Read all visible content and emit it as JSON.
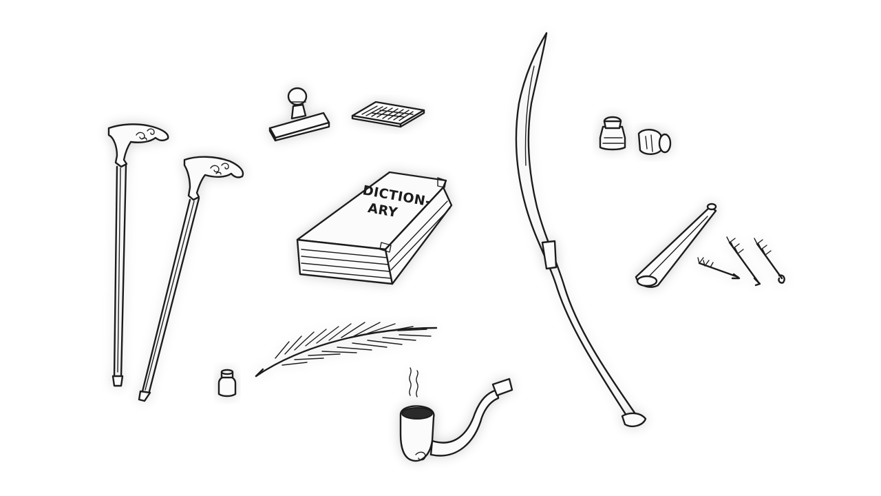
{
  "book": {
    "title_line_1": "DICTION-",
    "title_line_2": "ARY"
  },
  "items": [
    "walking-cane-left",
    "walking-cane-right",
    "rubber-stamp",
    "ink-stamp-pad",
    "dictionary-book",
    "long-bow",
    "ink-bottle",
    "ink-pot-tipped",
    "blowgun-quiver",
    "darts",
    "quill-feather",
    "small-ink-pot",
    "smoking-pipe"
  ]
}
